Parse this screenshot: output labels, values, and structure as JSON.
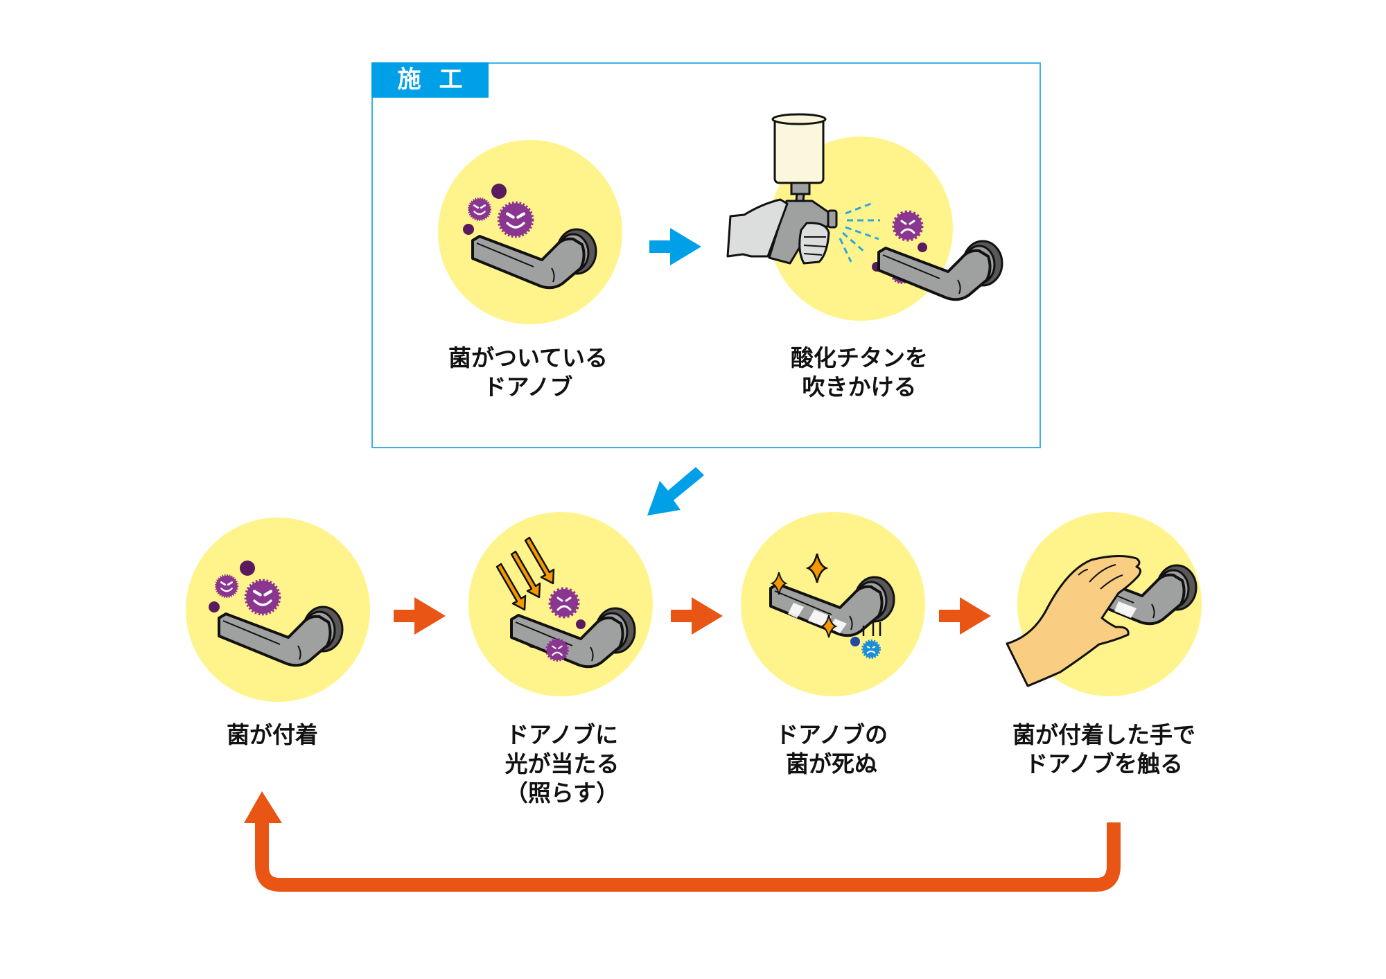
{
  "colors": {
    "frame_blue": "#3cb0e6",
    "tag_blue": "#00a0e9",
    "arrow_blue": "#00a0e9",
    "arrow_orange": "#e85515",
    "circle_yellow": "#fff48c",
    "germ_purple": "#8a3590",
    "germ_dark": "#5a1a5e",
    "knob_gray": "#9fa0a0",
    "knob_dark": "#595757",
    "light_orange": "#f39800",
    "skin": "#f9cd82",
    "dead_germ_blue": "#1d8fd6",
    "dead_dot_blue": "#2149a2",
    "spray_blue": "#2aa6df"
  },
  "construction": {
    "tag": "施工",
    "steps": [
      {
        "id": "germs-on-knob",
        "illustration": "doorknob-with-germs",
        "label_lines": [
          "菌がついている",
          "ドアノブ"
        ]
      },
      {
        "id": "spray-titanium",
        "illustration": "spray-gun-on-doorknob",
        "label_lines": [
          "酸化チタンを",
          "吹きかける"
        ]
      }
    ]
  },
  "cycle": {
    "steps": [
      {
        "id": "germs-attach",
        "illustration": "doorknob-with-germs",
        "label_lines": [
          "菌が付着"
        ]
      },
      {
        "id": "light-hits",
        "illustration": "light-rays-on-doorknob",
        "label_lines": [
          "ドアノブに",
          "光が当たる",
          "（照らす）"
        ]
      },
      {
        "id": "germs-die",
        "illustration": "sparkling-doorknob",
        "label_lines": [
          "ドアノブの",
          "菌が死ぬ"
        ]
      },
      {
        "id": "hand-touches",
        "illustration": "hand-on-doorknob",
        "label_lines": [
          "菌が付着した手で",
          "ドアノブを触る"
        ]
      }
    ]
  },
  "arrows": {
    "construction_step": "arrow-right-icon",
    "to_cycle": "arrow-down-left-icon",
    "cycle_step": "arrow-right-icon",
    "loop_back": "loop-arrow-icon"
  }
}
